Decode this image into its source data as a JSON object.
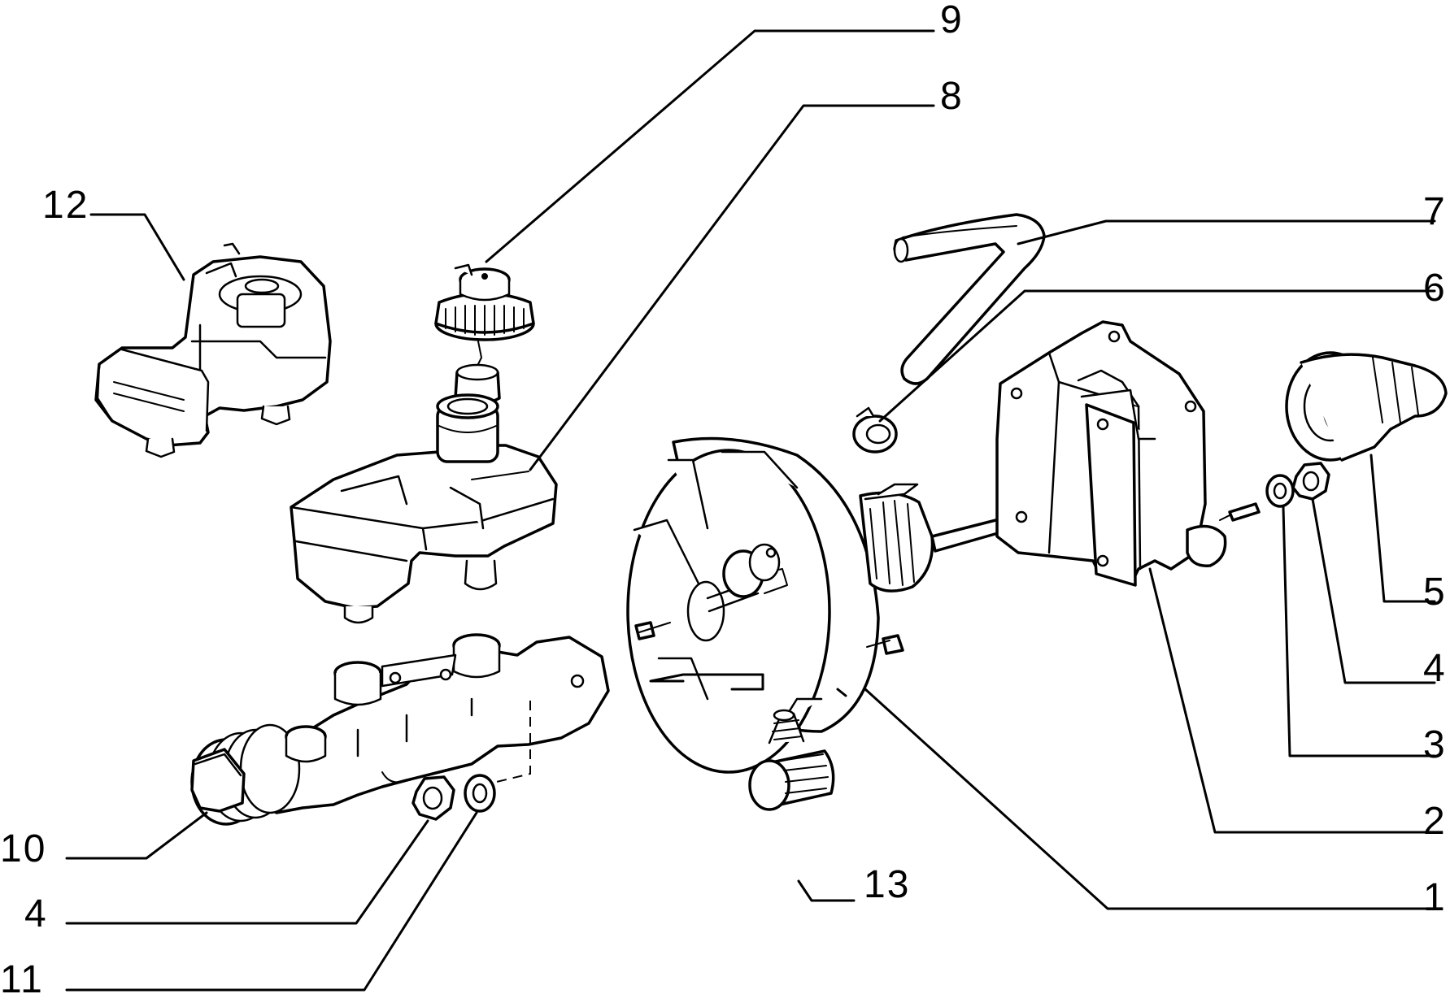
{
  "callouts": {
    "c1": "1",
    "c2": "2",
    "c3": "3",
    "c4_right": "4",
    "c5": "5",
    "c6": "6",
    "c7": "7",
    "c8": "8",
    "c9": "9",
    "c10": "10",
    "c4_left": "4",
    "c11": "11",
    "c12": "12",
    "c13": "13"
  }
}
